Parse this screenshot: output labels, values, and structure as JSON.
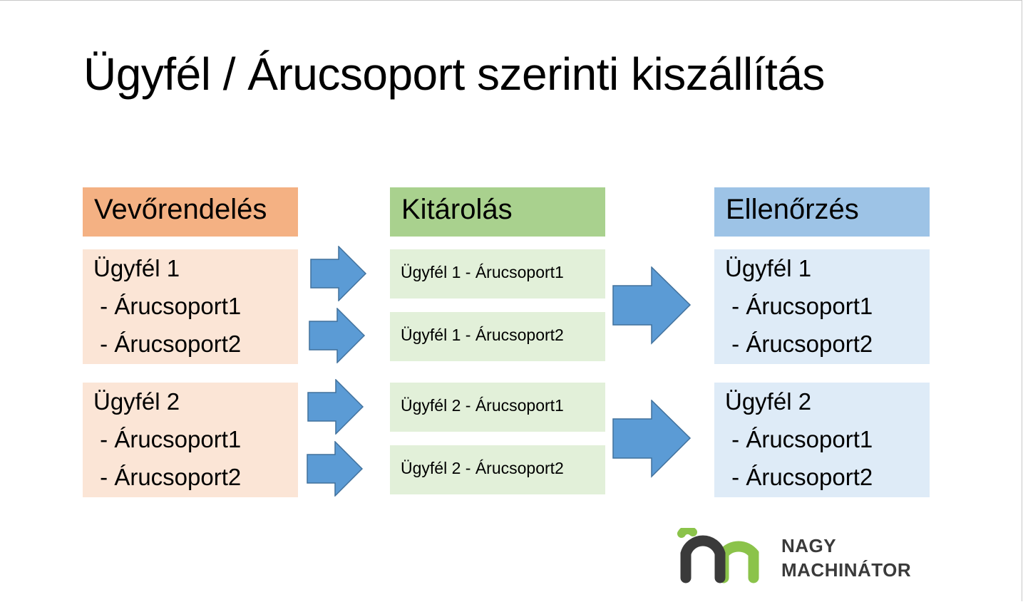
{
  "slide": {
    "title": "Ügyfél / Árucsoport szerinti kiszállítás"
  },
  "colors": {
    "orange_header": "#F4B183",
    "orange_body": "#FBE5D6",
    "green_header": "#A9D18E",
    "green_body": "#E2F0D9",
    "blue_header": "#9DC3E6",
    "blue_body": "#DEEBF7",
    "arrow_fill": "#5B9BD5",
    "arrow_stroke": "#41719C",
    "logo_dark": "#3a3a3a",
    "logo_green": "#8BC34A"
  },
  "columns": [
    {
      "header": "Vevőrendelés",
      "groups": [
        {
          "lines": [
            "Ügyfél 1",
            " - Árucsoport1",
            " - Árucsoport2"
          ]
        },
        {
          "lines": [
            "Ügyfél 2",
            " - Árucsoport1",
            " - Árucsoport2"
          ]
        }
      ]
    },
    {
      "header": "Kitárolás",
      "cells": [
        "Ügyfél 1 - Árucsoport1",
        "Ügyfél 1 - Árucsoport2",
        "Ügyfél 2 - Árucsoport1",
        "Ügyfél 2 - Árucsoport2"
      ]
    },
    {
      "header": "Ellenőrzés",
      "groups": [
        {
          "lines": [
            "Ügyfél 1",
            " - Árucsoport1",
            " - Árucsoport2"
          ]
        },
        {
          "lines": [
            "Ügyfél 2",
            " - Árucsoport1",
            " - Árucsoport2"
          ]
        }
      ]
    }
  ],
  "arrows": {
    "icon": "right-arrow-icon",
    "count": 6
  },
  "logo": {
    "line1": "NAGY",
    "line2": "MACHINÁTOR",
    "icon": "m-logo-icon"
  }
}
